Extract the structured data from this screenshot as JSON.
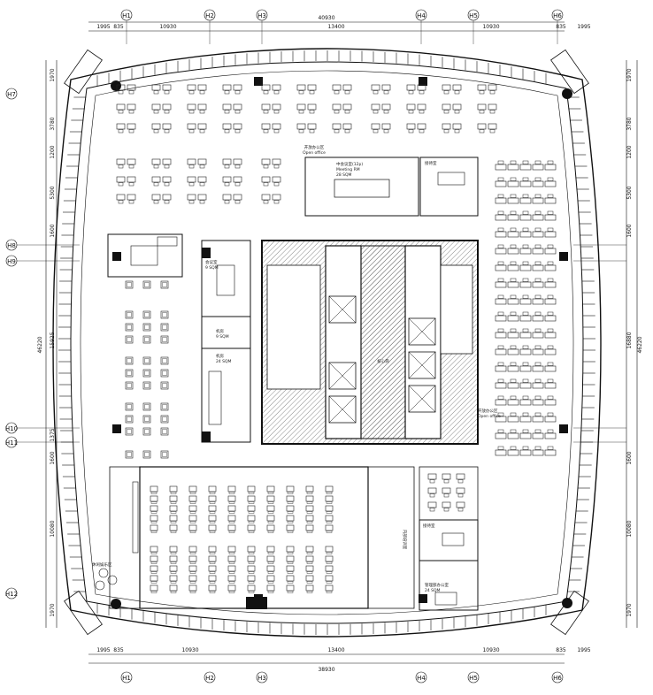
{
  "dims_top": [
    "1995",
    "835",
    "10930",
    "13400",
    "10930",
    "835",
    "1995"
  ],
  "dims_top_total": "40930",
  "dims_bottom": [
    "1995",
    "835",
    "10930",
    "13400",
    "10930",
    "835",
    "1995"
  ],
  "dims_bottom_total": "38930",
  "grid_top": [
    "H1",
    "H2",
    "H3",
    "H4",
    "H5",
    "H6"
  ],
  "grid_bottom": [
    "H1",
    "H2",
    "H3",
    "H4",
    "H5",
    "H6"
  ],
  "dims_left": [
    "1970",
    "3780",
    "1200",
    "5300",
    "1600",
    "15925",
    "1375",
    "1600",
    "10080",
    "1970"
  ],
  "dims_left_total": "46220",
  "dims_right": [
    "1970",
    "3780",
    "1200",
    "5300",
    "1600",
    "16880",
    "1600",
    "10080",
    "1970"
  ],
  "dims_right_total": "46220",
  "grid_left": [
    "H7",
    "H8",
    "H9",
    "H10",
    "H11",
    "H12"
  ],
  "rooms": {
    "open_office_top": "开放办公区",
    "open_office_top_en": "Open office",
    "meeting_room": "中会议室(12p)",
    "meeting_room_en": "Meeting RM",
    "meeting_area": "28 SQM",
    "reception": "接待室",
    "open_office_right": "开放办公区",
    "open_office_right_en": "Open office",
    "meeting_left": "会议室",
    "meeting_left_area": "9 SQM",
    "storage_a": "机房",
    "storage_a_area": "9 SQM",
    "storage_b": "机房",
    "storage_b_area": "24 SQM",
    "core_label": "核心筒",
    "manager_office": "管理部办公室",
    "manager_area": "24 SQM",
    "reception_right": "接待室",
    "training": "内部培训室",
    "leisure": "休闲娱乐区"
  }
}
